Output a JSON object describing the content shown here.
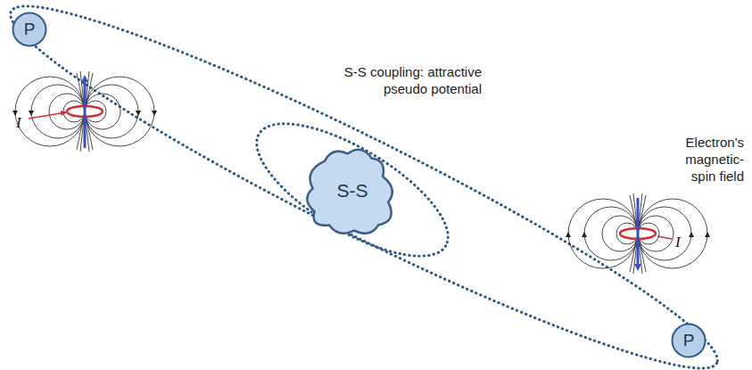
{
  "diagram": {
    "nodes": [
      {
        "text": [
          "P"
        ]
      },
      {
        "text": [
          "S-S"
        ]
      },
      {
        "text": [
          "P"
        ]
      }
    ],
    "labels": [
      "S-S coupling: attractive pseudo potential",
      "Electron's magnetic-spin field",
      "I",
      "I"
    ]
  }
}
